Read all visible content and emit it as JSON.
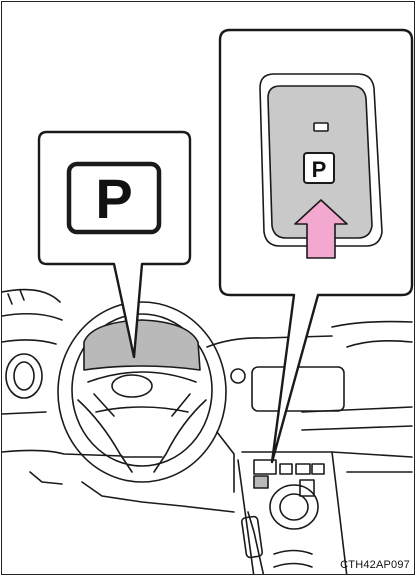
{
  "figure": {
    "reference_code": "CTH42AP097",
    "callout_left": {
      "indicator_letter": "P",
      "icon": "parking-indicator-icon"
    },
    "callout_right": {
      "switch_letter": "P",
      "icon": "parking-switch-icon",
      "arrow": "press-arrow-icon"
    },
    "colors": {
      "arrow_pink": "#f2a8cf",
      "switch_gray": "#c9c9c9",
      "cluster_gray": "#b9b9b9"
    }
  }
}
